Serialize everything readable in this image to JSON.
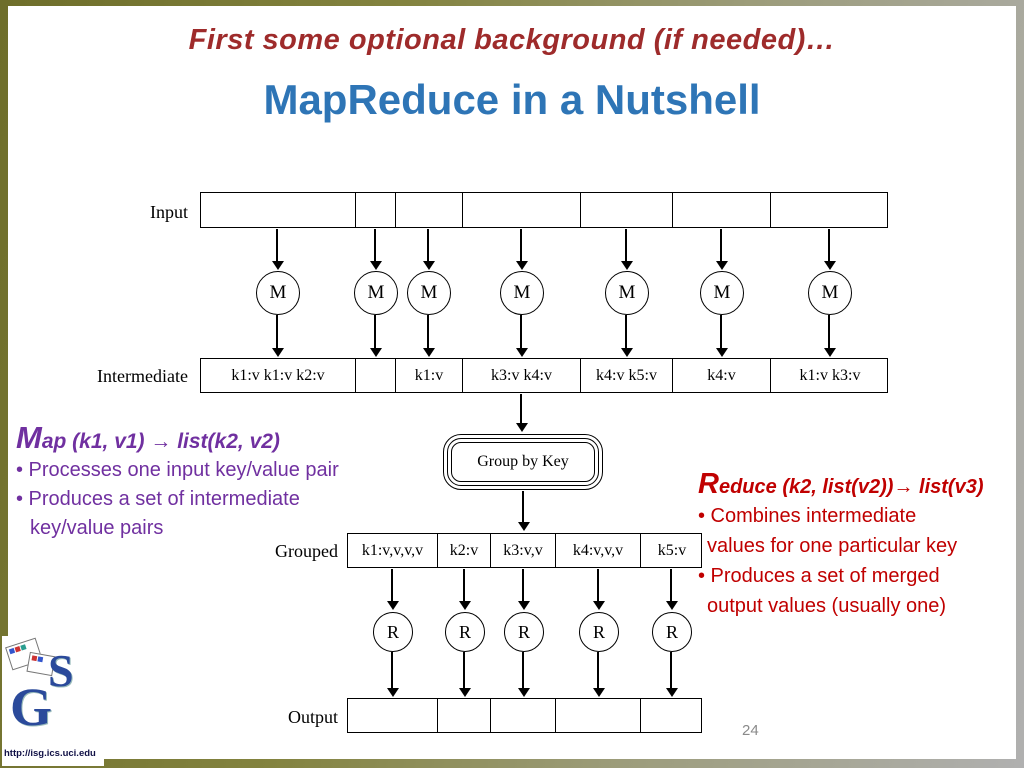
{
  "slide": {
    "pretitle": "First some optional background (if needed)…",
    "title": "MapReduce in a Nutshell",
    "page_number": "24"
  },
  "colors": {
    "pretitle_red": "#9e2b2b",
    "title_blue": "#2e75b6",
    "map_purple": "#7030a0",
    "reduce_red": "#c00000",
    "frame_olive": "#6e6e2a",
    "frame_gray": "#b0b0b0"
  },
  "diagram": {
    "input_label": "Input",
    "intermediate_label": "Intermediate",
    "grouped_label": "Grouped",
    "output_label": "Output",
    "group_by_key_label": "Group by Key",
    "map_node_label": "M",
    "reduce_node_label": "R",
    "intermediate_cells": [
      "k1:v k1:v k2:v",
      "",
      "k1:v",
      "k3:v k4:v",
      "k4:v k5:v",
      "k4:v",
      "k1:v k3:v"
    ],
    "grouped_cells": [
      "k1:v,v,v,v",
      "k2:v",
      "k3:v,v",
      "k4:v,v,v",
      "k5:v"
    ]
  },
  "map_note": {
    "lead": "M",
    "title_rest": "ap (k1, v1) →  list(k2, v2)",
    "lines": [
      "• Processes one input key/value pair",
      "• Produces a set of intermediate",
      "key/value pairs"
    ]
  },
  "reduce_note": {
    "lead": "R",
    "title_rest": "educe (k2, list(v2))→ list(v3)",
    "lines": [
      "• Combines  intermediate",
      "values for one particular key",
      "• Produces a set of merged",
      "output values (usually one)"
    ]
  },
  "logo": {
    "letter_s": "S",
    "letter_g": "G",
    "url": "http://isg.ics.uci.edu"
  }
}
